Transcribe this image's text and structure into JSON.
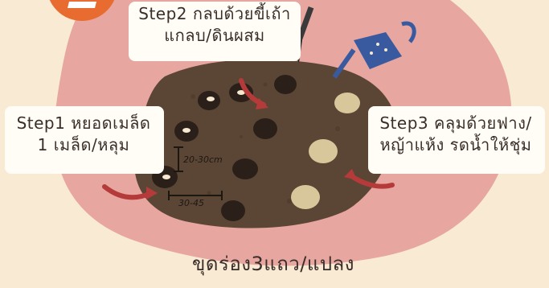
{
  "step2": {
    "line1": "Step2 กลบด้วยขี้เถ้า",
    "line2": "แกลบ/ดินผสม"
  },
  "step1": {
    "line1": "Step1 หยอดเมล็ด",
    "line2": "1 เมล็ด/หลุม"
  },
  "step3": {
    "line1": "Step3 คลุมด้วยฟาง/",
    "line2": "หญ้าแห้ง รดน้ำให้ชุ่ม"
  },
  "measurements": {
    "row_spacing": "20-30cm",
    "hole_spacing": "30-45"
  },
  "bottom_caption": "ขุดร่อง3แถว/แปลง",
  "colors": {
    "background": "#f9ead4",
    "pink_blob": "#e7a6a0",
    "soil": "#5b4636",
    "arrow": "#b53a3a",
    "hay": "#d8c79a"
  },
  "icons": [
    "step-number-badge",
    "trowel-icon",
    "watering-can-icon",
    "arrow-icon",
    "seed-hole-icon",
    "hay-patch-icon"
  ]
}
